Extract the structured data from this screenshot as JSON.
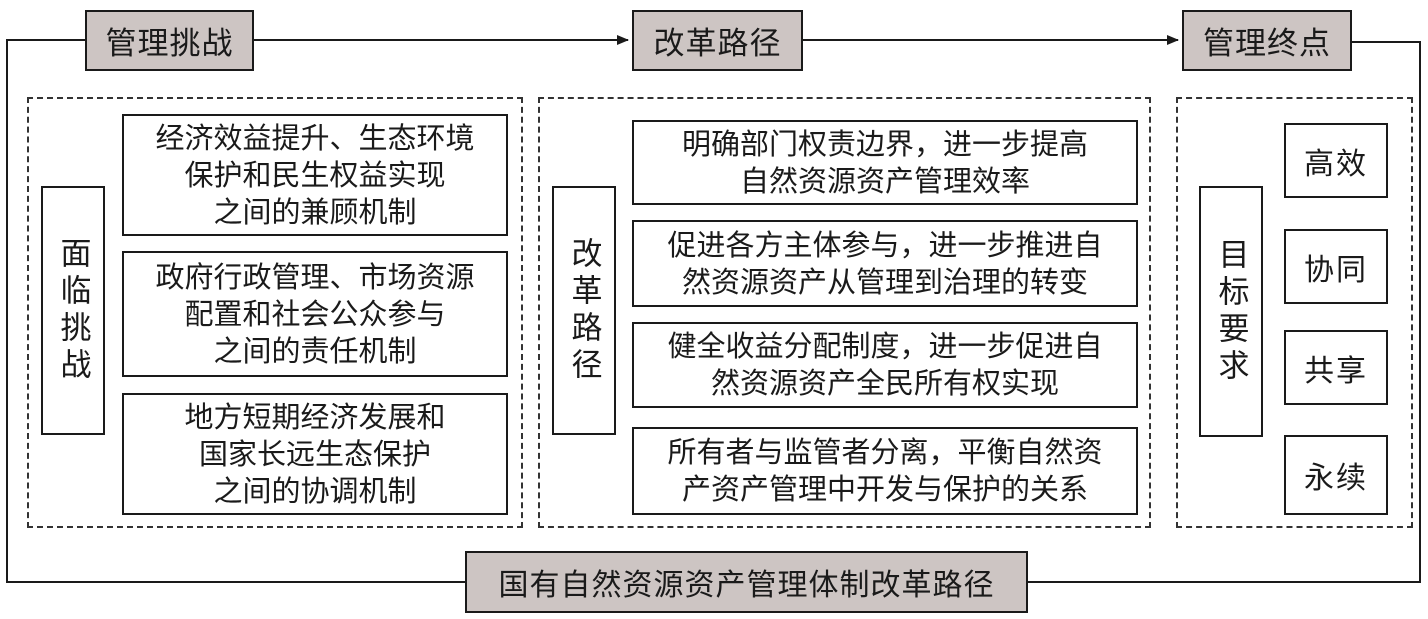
{
  "headers": {
    "challenge": "管理挑战",
    "reform": "改革路径",
    "endpoint": "管理终点",
    "bottom": "国有自然资源资产管理体制改革路径"
  },
  "challenges": {
    "side_label": "面临挑战",
    "items": [
      {
        "line1": "经济效益提升、生态环境",
        "line2": "保护和民生权益实现",
        "line3": "之间的兼顾机制"
      },
      {
        "line1": "政府行政管理、市场资源",
        "line2": "配置和社会公众参与",
        "line3": "之间的责任机制"
      },
      {
        "line1": "地方短期经济发展和",
        "line2": "国家长远生态保护",
        "line3": "之间的协调机制"
      }
    ]
  },
  "reforms": {
    "side_label": "改革路径",
    "items": [
      {
        "line1": "明确部门权责边界，进一步提高",
        "line2": "自然资源资产管理效率"
      },
      {
        "line1": "促进各方主体参与，进一步推进自",
        "line2": "然资源资产从管理到治理的转变"
      },
      {
        "line1": "健全收益分配制度，进一步促进自",
        "line2": "然资源资产全民所有权实现"
      },
      {
        "line1": "所有者与监管者分离，平衡自然资",
        "line2": "产资产管理中开发与保护的关系"
      }
    ]
  },
  "goals": {
    "side_label": "目标要求",
    "items": [
      "高效",
      "协同",
      "共享",
      "永续"
    ]
  }
}
